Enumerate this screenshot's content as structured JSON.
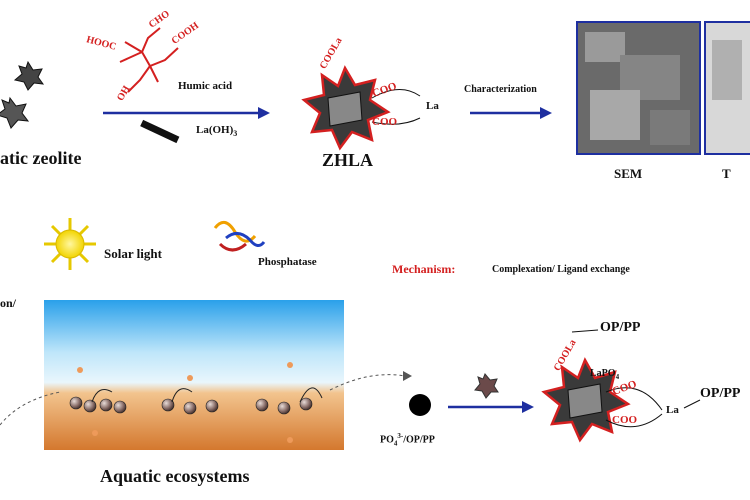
{
  "title_left": "atic zeolite",
  "humic_acid": "Humic acid",
  "la_oh": "La(OH)",
  "la_oh_sub": "3",
  "zhla": "ZHLA",
  "characterization": "Characterization",
  "sem": "SEM",
  "tem_partial": "T",
  "solar_light": "Solar light",
  "phosphatase": "Phosphatase",
  "mechanism_label": "Mechanism:",
  "mechanism_text": "Complexation/ Ligand exchange",
  "left_fragment": "on/",
  "aquatic": "Aquatic ecosystems",
  "po4_label": "PO",
  "po4_sub": "4",
  "po4_sup": "3-",
  "po4_rest": "/OP/PP",
  "op_pp_top": "OP/PP",
  "op_pp_right": "OP/PP",
  "lapo4": "LaPO",
  "lapo4_sub": "4",
  "la": "La",
  "coo": "COO",
  "cooh": "COOH",
  "cho": "CHO",
  "hooc": "HOOC",
  "oh": "OH",
  "cooh_star": "COOLa",
  "colors": {
    "arrow": "#1e2fa0",
    "red": "#d42020",
    "dark": "#333333",
    "water_top": "#3aa6e8",
    "sediment": "#d9823a"
  }
}
